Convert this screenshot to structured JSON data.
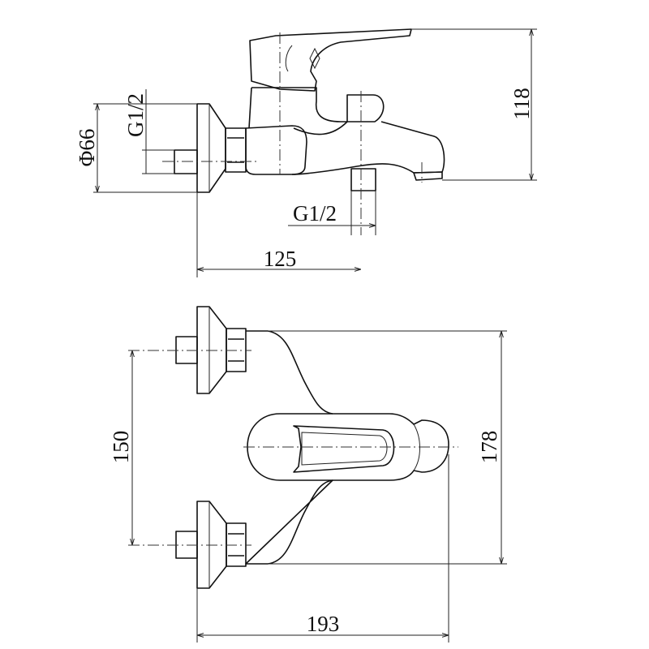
{
  "title": "Bath mixer tap dimension drawing",
  "side_view": {
    "diameter_label": "Φ66",
    "inlet_thread_label": "G1/2",
    "outlet_thread_label": "G1/2",
    "depth_label": "125",
    "height_label": "118"
  },
  "top_view": {
    "inlet_spacing_label": "150",
    "width_label": "178",
    "length_label": "193"
  },
  "colors": {
    "line": "#111111",
    "background": "#ffffff"
  }
}
